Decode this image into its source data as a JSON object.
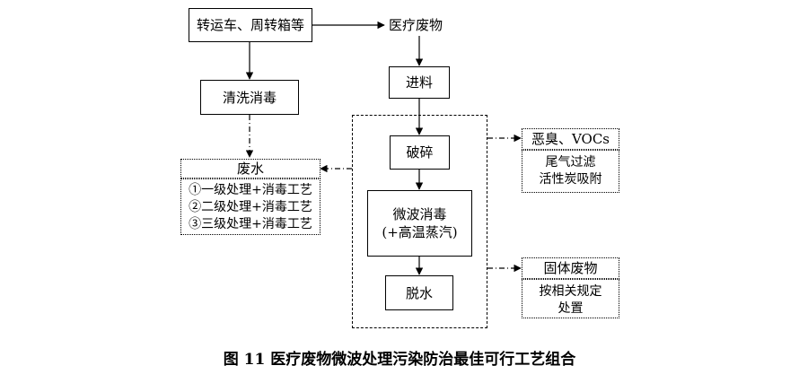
{
  "nodes": {
    "transport": "转运车、周转箱等",
    "medical_waste": "医疗废物",
    "wash": "清洗消毒",
    "feed": "进料",
    "crush": "破碎",
    "microwave_line1": "微波消毒",
    "microwave_line2": "(+高温蒸汽)",
    "dewater": "脱水"
  },
  "wastewater": {
    "title": "废水",
    "items": [
      "①一级处理+消毒工艺",
      "②二级处理+消毒工艺",
      "③三级处理+消毒工艺"
    ]
  },
  "odor": {
    "title": "恶臭、VOCs",
    "lines": [
      "尾气过滤",
      "活性炭吸附"
    ]
  },
  "solid": {
    "title": "固体废物",
    "lines": [
      "按相关规定",
      "处置"
    ]
  },
  "caption": "图 11  医疗废物微波处理污染防治最佳可行工艺组合"
}
